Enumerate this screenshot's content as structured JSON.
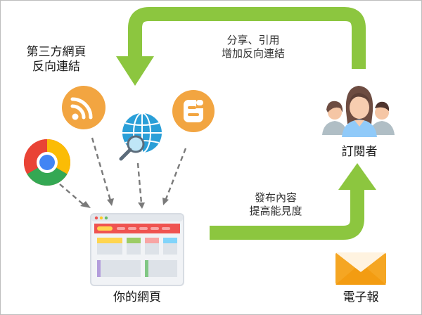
{
  "labels": {
    "backlinks": [
      "第三方網頁",
      "反向連結"
    ],
    "share_cite": [
      "分享、引用",
      "增加反向連結"
    ],
    "subscribers": "訂閱者",
    "publish": [
      "發布內容",
      "提高能見度"
    ],
    "your_page": "你的網頁",
    "newsletter": "電子報"
  },
  "icons": {
    "chrome": "chrome-icon",
    "rss": "rss-icon",
    "web": "globe-search-icon",
    "blogger": "blogger-icon",
    "people": "subscribers-icon",
    "envelope": "envelope-icon",
    "browser": "browser-window-icon"
  },
  "colors": {
    "arrow_green": "#8CC63F",
    "icon_orange": "#F2A541",
    "globe_blue": "#2A9FD8",
    "dash_gray": "#7a7a7a",
    "browser_red": "#EF5350"
  }
}
